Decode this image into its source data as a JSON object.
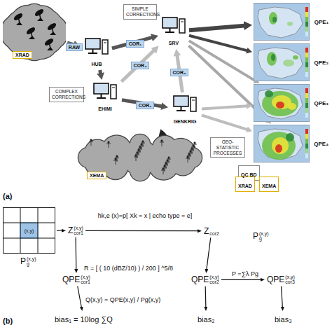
{
  "diagram": {
    "nodes": [
      {
        "text": [
          "XRAD"
        ]
      },
      {
        "text": [
          "HUB"
        ]
      },
      {
        "text": [
          "SIMPLE CORRECTIONS"
        ]
      },
      {
        "text": [
          "SRV"
        ]
      },
      {
        "text": [
          "COMPLEX CORRECTIONS"
        ]
      },
      {
        "text": [
          "EHIMI"
        ]
      },
      {
        "text": [
          "GENKRIG"
        ]
      },
      {
        "text": [
          "GEO-STATISTIC PROCESSES"
        ]
      },
      {
        "text": [
          "QPE₁"
        ]
      },
      {
        "text": [
          "QPE₂"
        ]
      },
      {
        "text": [
          "QPE₃"
        ]
      },
      {
        "text": [
          "QPE₄"
        ]
      },
      {
        "text": [
          "XEMA"
        ]
      },
      {
        "text": [
          "QC BD"
        ]
      },
      {
        "text": [
          "XRAD"
        ]
      },
      {
        "text": [
          "XEMA"
        ]
      },
      {
        "text": [
          "(x,y)"
        ]
      },
      {
        "text": [
          "P",
          "(x,y)",
          "g"
        ]
      },
      {
        "text": [
          "Z",
          "(x,y)",
          "cor1"
        ]
      },
      {
        "text": [
          "Z",
          "cor2"
        ]
      },
      {
        "text": [
          "P",
          "(x,y)",
          "g"
        ]
      },
      {
        "text": [
          "QPE",
          "(x,y)",
          "cor1"
        ]
      },
      {
        "text": [
          "QPE",
          "(x,y)",
          "cor2"
        ]
      },
      {
        "text": [
          "QPE",
          "(x,y)",
          "cor3"
        ]
      },
      {
        "text": [
          "bias₁ = 10log ∑Q"
        ]
      },
      {
        "text": [
          "bias₂"
        ]
      },
      {
        "text": [
          "bias₃"
        ]
      }
    ],
    "edges": [
      {
        "from": 0,
        "to": 1,
        "label": "RAW",
        "arrow": "to"
      },
      {
        "from": 1,
        "to": 3,
        "label": "COR₁",
        "arrow": "to"
      },
      {
        "from": 1,
        "to": 5,
        "arrow": "to"
      },
      {
        "from": 5,
        "to": 3,
        "label": "COR₃",
        "arrow": "to"
      },
      {
        "from": 5,
        "to": 6,
        "label": "COR₂",
        "arrow": "to"
      },
      {
        "from": 6,
        "to": 3,
        "label": "COR₄",
        "arrow": "to"
      },
      {
        "from": 3,
        "to": 8,
        "arrow": "to"
      },
      {
        "from": 3,
        "to": 9,
        "arrow": "to"
      },
      {
        "from": 3,
        "to": 10,
        "arrow": "to"
      },
      {
        "from": 3,
        "to": 11,
        "arrow": "to"
      },
      {
        "from": 6,
        "to": 10,
        "arrow": "to"
      },
      {
        "from": 6,
        "to": 11,
        "arrow": "to"
      },
      {
        "from": 12,
        "to": 6,
        "arrow": "to"
      },
      {
        "from": 16,
        "to": 18,
        "arrow": "to"
      },
      {
        "from": 18,
        "to": 19,
        "label": "hk,e (x)=p[ Xk = x | echo type = e]",
        "arrow": "to"
      },
      {
        "from": 18,
        "to": 21,
        "label": "R = [ ( 10 (dBZ/10) ) / 200 ] ^5/8",
        "arrow": "to"
      },
      {
        "from": 21,
        "to": 24,
        "label": "Q(x,y) = QPE(x,y) / Pg(x,y)",
        "arrow": "to"
      },
      {
        "from": 19,
        "to": 22,
        "arrow": "to"
      },
      {
        "from": 22,
        "to": 25,
        "arrow": "to"
      },
      {
        "from": 22,
        "to": 23,
        "label": "P =∑λ Pg",
        "arrow": "to"
      },
      {
        "from": 23,
        "to": 26,
        "arrow": "to"
      }
    ],
    "labels": [
      "(a)",
      "(b)"
    ]
  }
}
